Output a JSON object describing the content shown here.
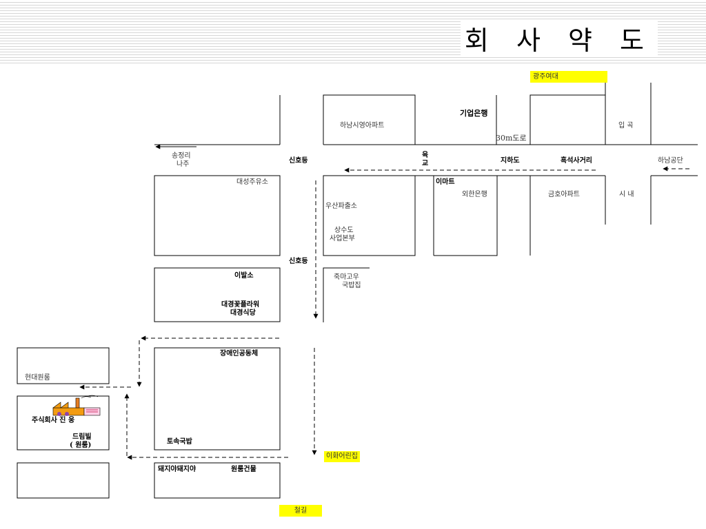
{
  "page_title": "회 사 약 도",
  "colors": {
    "highlight": "#ffff00",
    "line": "#000000",
    "stripe": "#d6d6d6"
  },
  "labels": {
    "gwangju_yeodae": "광주여대",
    "gieop_bank": "기업은행",
    "hanam_apt": "하남시영아파트",
    "road_30m": "30m도로",
    "ipgok": "입 곡",
    "songjeong": "송정리",
    "naju": "나주",
    "signal_1": "신호등",
    "yukgyo_1": "육",
    "yukgyo_2": "교",
    "underpass": "지하도",
    "heukseok": "흑석사거리",
    "hanam_industrial": "하남공단",
    "daesung_gas": "대성주유소",
    "emart": "이마트",
    "foreign_bank": "외한은행",
    "geumho_apt": "금호아파트",
    "downtown": "시 내",
    "usan_police": "우산파출소",
    "water_1": "상수도",
    "water_2": "사업본부",
    "signal_2": "신호등",
    "barber": "이발소",
    "jukmago_1": "죽마고우",
    "jukmago_2": "국밥집",
    "flower_1": "대경꽃플라워",
    "flower_2": "대경식당",
    "disabled_community": "장애인공동체",
    "hyundai_oneroom": "현대원룸",
    "company": "주식회사 진 웅",
    "dream_1": "드림빌",
    "dream_2": "( 원룸)",
    "tosok": "토속국밥",
    "ihwa": "이화어린집",
    "pig": "돼지야돼지야",
    "oneroom_bldg": "원룸건물",
    "railroad": "철길"
  }
}
